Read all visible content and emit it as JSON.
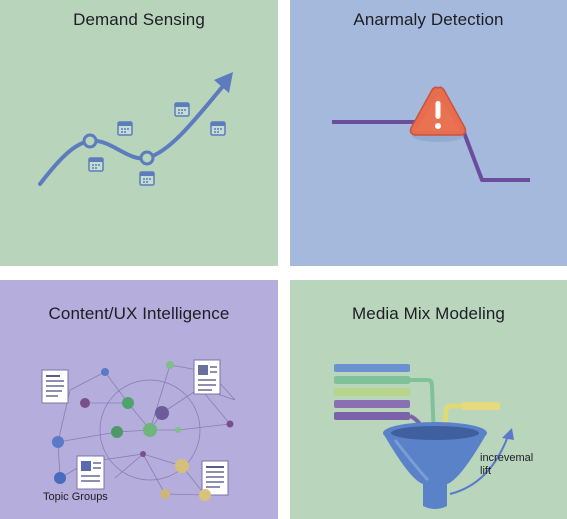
{
  "tiles": [
    {
      "title": "Demand Sensing",
      "background": "#b8d5bc",
      "icon": "trend-up-with-calendars"
    },
    {
      "title": "Anarmaly Detection",
      "background": "#a5b9dc",
      "icon": "warning-triangle"
    },
    {
      "title": "Content/UX Intelligence",
      "background": "#b5addb",
      "icon": "topic-network",
      "label": "Topic Groups"
    },
    {
      "title": "Media Mix Modeling",
      "background": "#b9d6bd",
      "icon": "funnel",
      "label_line1": "increvemal",
      "label_line2": "lift"
    }
  ],
  "colors": {
    "trend_line": "#5c7cbd",
    "anomaly_line": "#6b4d9e",
    "warning_fill": "#e86d4f",
    "funnel_blue": "#5a82c9",
    "bar_colors": [
      "#6b93cf",
      "#7fc29a",
      "#b6d58a",
      "#8a6fb3",
      "#7a63a8"
    ]
  }
}
